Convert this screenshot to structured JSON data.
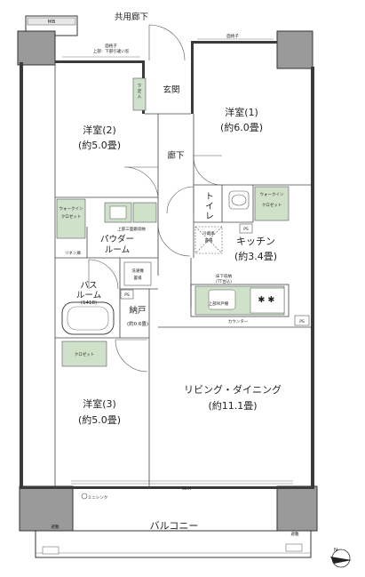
{
  "corridor": "共用廊下",
  "mb": "MB",
  "sash_left": "面格子\n上部：下部引違い窓",
  "sash_right": "面格子",
  "entrance": "玄関",
  "shoe_box": "下足入",
  "room1": {
    "name": "洋室(1)",
    "size": "(約6.0畳)"
  },
  "room2": {
    "name": "洋室(2)",
    "size": "(約5.0畳)"
  },
  "room3": {
    "name": "洋室(3)",
    "size": "(約5.0畳)"
  },
  "hallway": "廊下",
  "toilet": "トイレ",
  "walkin_l": [
    "ウォークイン",
    "クロゼット"
  ],
  "walkin_r": [
    "ウォークイン",
    "クロゼット"
  ],
  "powder": [
    "パウダー",
    "ルーム"
  ],
  "storage_top": "上部三面鏡収納",
  "linen": "リネン庫",
  "washer": [
    "洗濯機",
    "置場"
  ],
  "bath": [
    "バス",
    "ルーム",
    "(1418)"
  ],
  "ps": "PS",
  "nando": "納戸",
  "nando_size": "(約0.6畳)",
  "fridge": [
    "冷蔵庫",
    "置場"
  ],
  "kitchen": {
    "name": "キッチン",
    "size": "(約3.4畳)"
  },
  "floor_storage": [
    "床下収納",
    "(TT台込)"
  ],
  "top_cabinet": "上部吊戸棚",
  "counter": "カウンター",
  "living": {
    "name": "リビング・ダイニング",
    "size": "(約11.1畳)"
  },
  "closet3": "クロゼット",
  "wax": "WAX",
  "mini_sink": "ミニシンク",
  "balcony": "バルコニー",
  "hatch": "避難",
  "north": "N"
}
